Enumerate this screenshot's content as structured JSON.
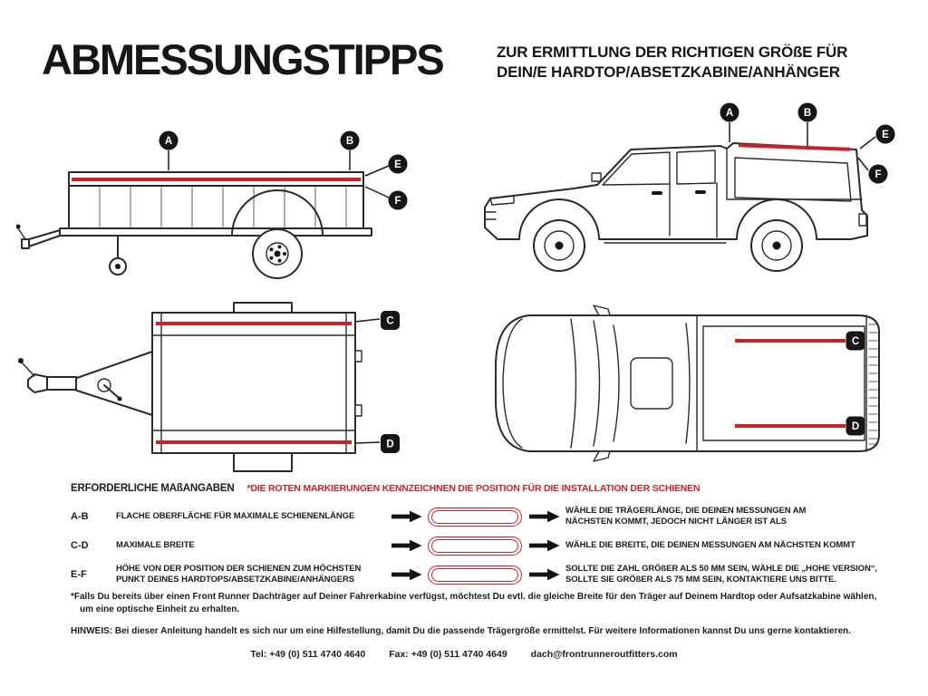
{
  "colors": {
    "accent_red": "#cb2026",
    "ink": "#1d1d1b"
  },
  "header": {
    "title": "ABMESSUNGSTIPPS",
    "subtitle_line1": "ZUR ERMITTLUNG DER RICHTIGEN GRÖßE FÜR",
    "subtitle_line2": "DEIN/E HARDTOP/ABSETZKABINE/ANHÄNGER"
  },
  "markers": {
    "a": "A",
    "b": "B",
    "c": "C",
    "d": "D",
    "e": "E",
    "f": "F"
  },
  "measurements": {
    "heading": "ERFORDERLICHE MAßANGABEN",
    "red_note": "*DIE ROTEN MARKIERUNGEN KENNZEICHNEN DIE POSITION FÜR DIE INSTALLATION DER SCHIENEN",
    "rows": [
      {
        "key": "A-B",
        "label_lines": [
          "FLACHE OBERFLÄCHE FÜR MAXIMALE SCHIENENLÄNGE"
        ],
        "result_lines": [
          "WÄHLE DIE TRÄGERLÄNGE, DIE DEINEN MESSUNGEN AM",
          "NÄCHSTEN KOMMT, JEDOCH NICHT LÄNGER IST ALS"
        ]
      },
      {
        "key": "C-D",
        "label_lines": [
          "MAXIMALE BREITE"
        ],
        "result_lines": [
          "WÄHLE DIE BREITE, DIE DEINEN MESSUNGEN AM NÄCHSTEN KOMMT"
        ]
      },
      {
        "key": "E-F",
        "label_lines": [
          "HÖHE VON DER POSITION DER SCHIENEN ZUM HÖCHSTEN",
          "PUNKT DEINES HARDTOPS/ABSETZKABINE/ANHÄNGERS"
        ],
        "result_lines": [
          "SOLLTE DIE ZAHL GRÖßER ALS 50 MM SEIN, WÄHLE DIE „HOHE VERSION“,",
          "SOLLTE SIE GRÖßER ALS 75 MM SEIN, KONTAKTIERE UNS BITTE."
        ]
      }
    ]
  },
  "footnotes": {
    "asterisk_line1": "*Falls Du bereits über einen Front Runner Dachträger auf Deiner Fahrerkabine verfügst, möchtest Du evtl. die gleiche Breite für den Träger auf Deinem Hardtop oder Aufsatzkabine wählen,",
    "asterisk_line2": "um eine optische Einheit zu erhalten.",
    "hinweis": "HINWEIS: Bei dieser Anleitung handelt es sich nur um eine Hilfestellung, damit Du die passende Trägergröße ermittelst. Für weitere Informationen kannst Du uns gerne kontaktieren."
  },
  "contact": {
    "tel": "Tel: +49 (0) 511 4740 4640",
    "fax": "Fax: +49 (0) 511 4740 4649",
    "email": "dach@frontrunneroutfitters.com"
  }
}
